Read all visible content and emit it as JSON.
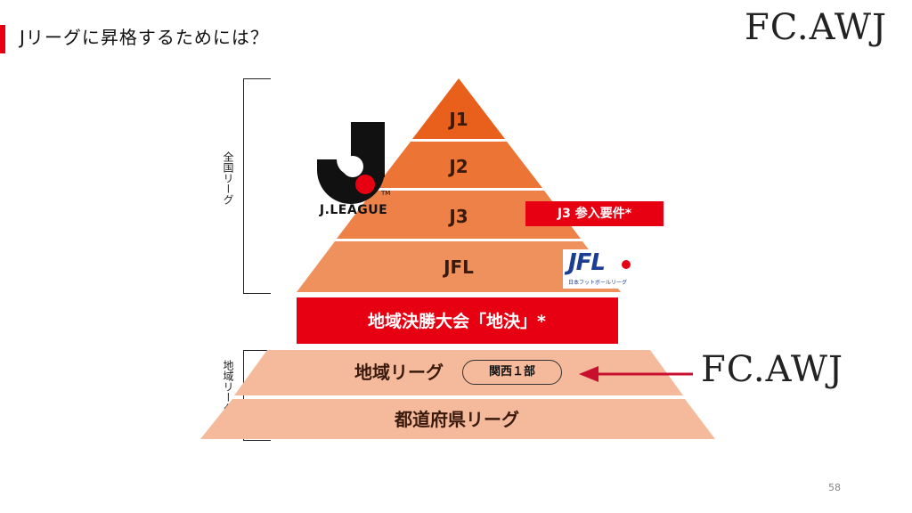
{
  "slide": {
    "title": "Jリーグに昇格するためには？",
    "brand": "FC.AWJ",
    "page_number": "58",
    "accent_color": "#e60012"
  },
  "brackets": {
    "national": "全国リーグ",
    "regional": "地域リーグ"
  },
  "pyramid": {
    "tiers": [
      {
        "label": "J1",
        "color": "#e8601c"
      },
      {
        "label": "J2",
        "color": "#ec7434"
      },
      {
        "label": "J3",
        "color": "#ee8148"
      },
      {
        "label": "JFL",
        "color": "#ef915d"
      },
      {
        "label": "地域決勝大会「地決」*",
        "color": "#e60012"
      },
      {
        "label": "地域リーグ",
        "color": "#f5b99c"
      },
      {
        "label": "都道府県リーグ",
        "color": "#f5b99c"
      }
    ]
  },
  "jleague_logo": {
    "text": "J.LEAGUE",
    "tm": "TM"
  },
  "jfl_logo": {
    "letters": "JFL",
    "subtitle": "日本フットボールリーグ"
  },
  "j3_requirement": "J3 参入要件*",
  "kansai_badge": "関西１部",
  "club_marker": {
    "name": "FC.AWJ",
    "arrow_color": "#c8102e"
  }
}
